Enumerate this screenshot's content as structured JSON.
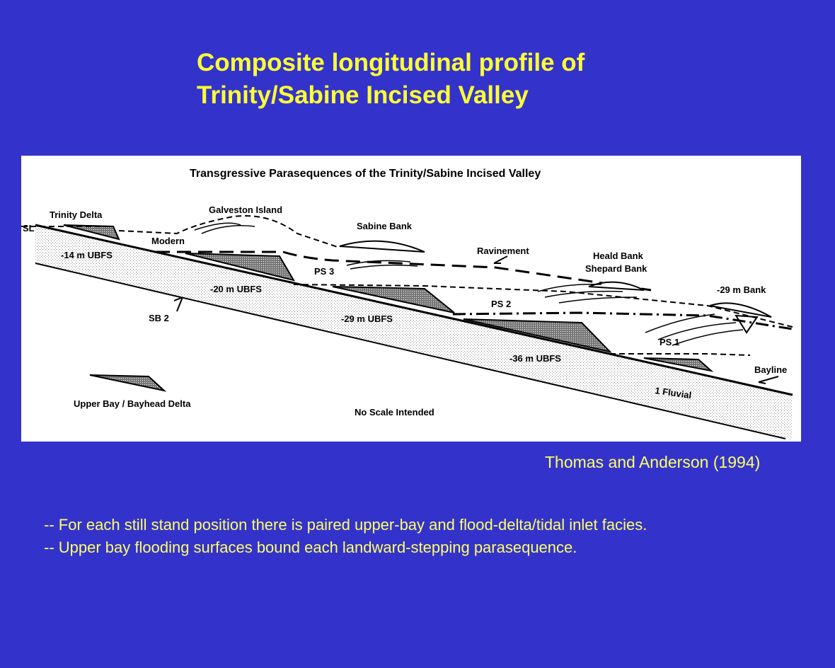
{
  "slide": {
    "title_line1": "Composite longitudinal profile of",
    "title_line2": "Trinity/Sabine Incised Valley",
    "citation": "Thomas and Anderson (1994)",
    "bullets": [
      "-- For each still stand position there is paired upper-bay and flood-delta/tidal inlet facies.",
      "-- Upper bay flooding surfaces bound each landward-stepping parasequence."
    ]
  },
  "diagram": {
    "title": "Transgressive Parasequences of the Trinity/Sabine Incised Valley",
    "labels": {
      "sl": "SL",
      "trinity_delta": "Trinity Delta",
      "galveston_island": "Galveston Island",
      "modern": "Modern",
      "sabine_bank": "Sabine Bank",
      "ravinement": "Ravinement",
      "heald_bank": "Heald Bank",
      "shepard_bank": "Shepard Bank",
      "bank_29": "-29 m Bank",
      "ubfs_14": "-14 m UBFS",
      "ubfs_20": "-20 m UBFS",
      "ubfs_29": "-29 m UBFS",
      "ubfs_36": "-36 m UBFS",
      "ps3": "PS 3",
      "ps2": "PS 2",
      "ps1": "PS 1",
      "sb2": "SB 2",
      "bayline": "Bayline",
      "fluvial": "1 Fluvial",
      "legend": "Upper Bay / Bayhead Delta",
      "no_scale": "No Scale Intended"
    }
  }
}
